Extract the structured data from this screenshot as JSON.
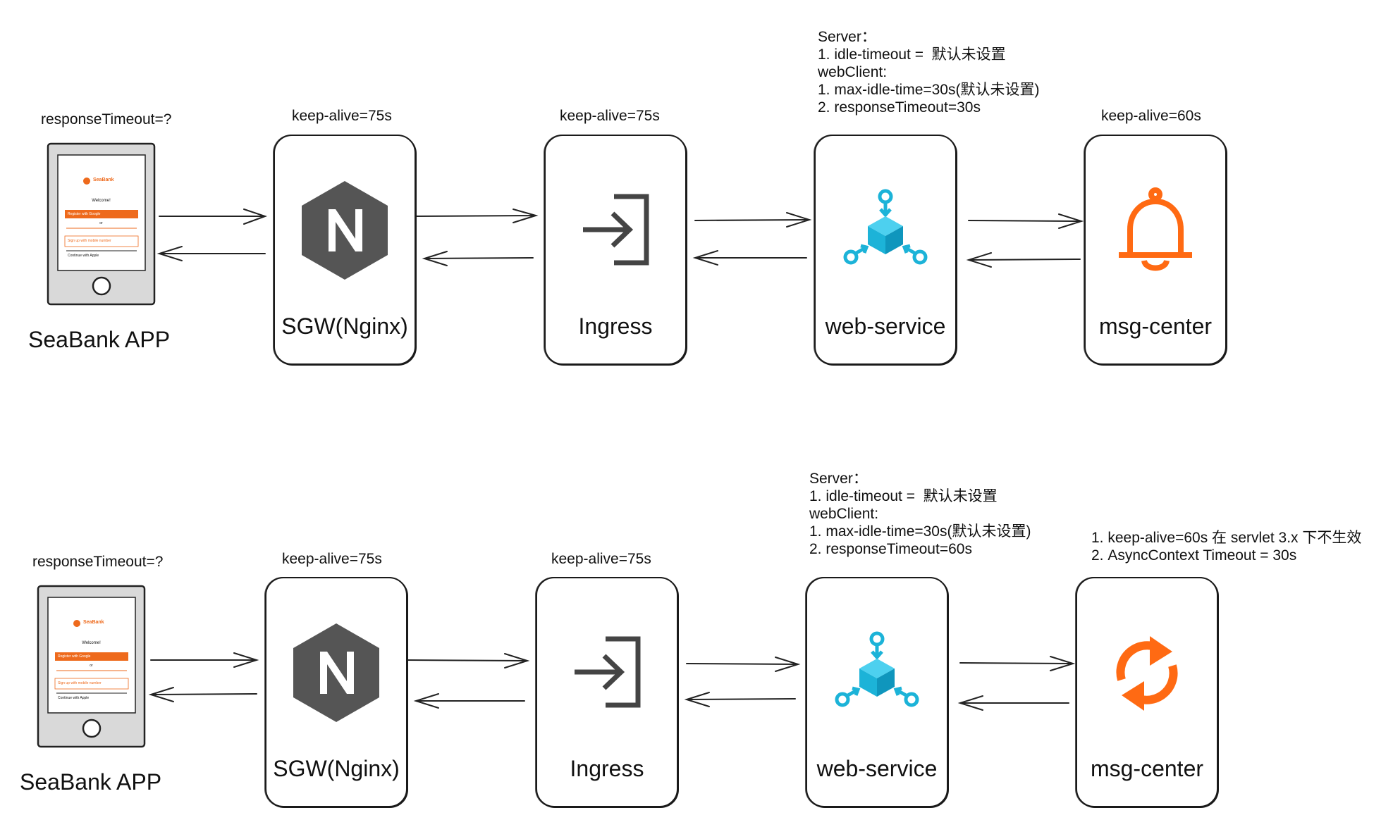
{
  "top": {
    "app": {
      "timeout_label": "responseTimeout=?",
      "name": "SeaBank APP"
    },
    "sgw": {
      "keepalive": "keep-alive=75s",
      "name": "SGW(Nginx)"
    },
    "ingress": {
      "keepalive": "keep-alive=75s",
      "name": "Ingress"
    },
    "web": {
      "note_lines": [
        "Server：",
        "1. idle-timeout =  默认未设置",
        "webClient:",
        "1. max-idle-time=30s(默认未设置)",
        "2. responseTimeout=30s"
      ],
      "name": "web-service"
    },
    "msg": {
      "keepalive": "keep-alive=60s",
      "name": "msg-center",
      "icon": "bell-icon"
    }
  },
  "bottom": {
    "app": {
      "timeout_label": "responseTimeout=?",
      "name": "SeaBank APP"
    },
    "sgw": {
      "keepalive": "keep-alive=75s",
      "name": "SGW(Nginx)"
    },
    "ingress": {
      "keepalive": "keep-alive=75s",
      "name": "Ingress"
    },
    "web": {
      "note_lines": [
        "Server：",
        "1. idle-timeout =  默认未设置",
        "webClient:",
        "1. max-idle-time=30s(默认未设置)",
        "2. responseTimeout=60s"
      ],
      "name": "web-service"
    },
    "msg": {
      "note_lines": [
        "1. keep-alive=60s 在 servlet 3.x 下不生效",
        "2. AsyncContext Timeout = 30s"
      ],
      "name": "msg-center",
      "icon": "sync-icon"
    }
  },
  "phone_screen": {
    "brand": "SeaBank",
    "welcome": "Welcome!",
    "btn1": "Register with Google",
    "divider": "or",
    "btn2": "Sign up with mobile number",
    "btn3": "Continue with Apple"
  },
  "colors": {
    "nginx": "#555555",
    "ingress_icon": "#444444",
    "web_icon": "#1cb3d8",
    "msg_icon": "#ff6a13",
    "phone_accent": "#ee6a1c"
  }
}
